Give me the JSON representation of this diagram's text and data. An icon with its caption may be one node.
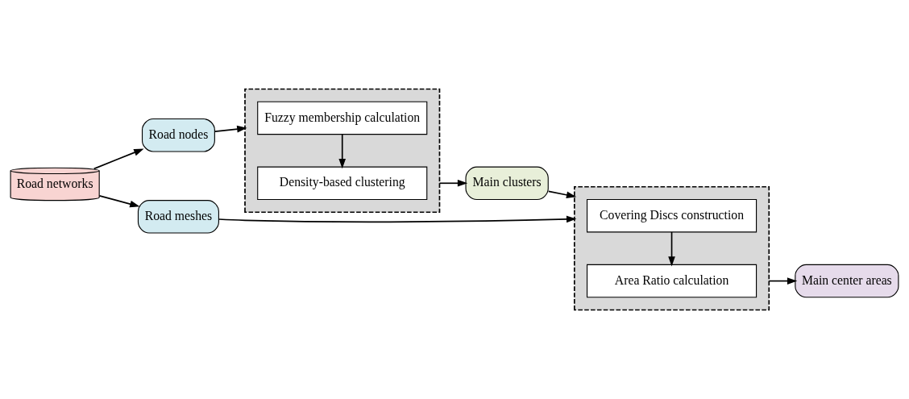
{
  "diagram": {
    "nodes": [
      {
        "text": [
          "Road networks"
        ]
      },
      {
        "text": [
          "Road nodes"
        ]
      },
      {
        "text": [
          "Road meshes"
        ]
      },
      {
        "text": [],
        "shape": "box"
      },
      {
        "text": [
          "Fuzzy membership calculation"
        ],
        "in": 3
      },
      {
        "text": [
          "Density-based clustering"
        ],
        "in": 3
      },
      {
        "text": [
          "Main clusters"
        ]
      },
      {
        "text": [],
        "shape": "box"
      },
      {
        "text": [
          "Covering Discs construction"
        ],
        "in": 7
      },
      {
        "text": [
          "Area Ratio calculation"
        ],
        "in": 7
      },
      {
        "text": [
          "Main center areas"
        ]
      }
    ],
    "edges": [
      {
        "from": 0,
        "to": 1,
        "arrow": "to"
      },
      {
        "from": 0,
        "to": 2,
        "arrow": "to"
      },
      {
        "from": 1,
        "to": 3,
        "arrow": "to"
      },
      {
        "from": 4,
        "to": 5,
        "arrow": "to"
      },
      {
        "from": 3,
        "to": 6,
        "arrow": "to"
      },
      {
        "from": 6,
        "to": 7,
        "arrow": "to"
      },
      {
        "from": 2,
        "to": 7,
        "arrow": "to"
      },
      {
        "from": 8,
        "to": 9,
        "arrow": "to"
      },
      {
        "from": 7,
        "to": 10,
        "arrow": "to"
      }
    ]
  }
}
